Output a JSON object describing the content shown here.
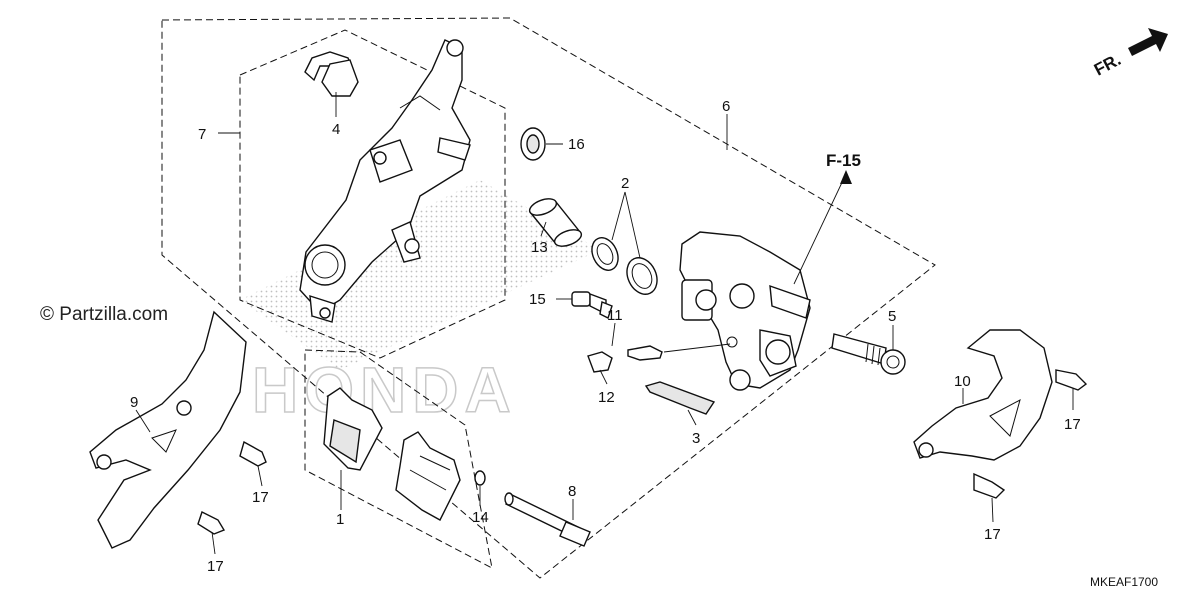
{
  "callouts": {
    "p1": "1",
    "p2": "2",
    "p3": "3",
    "p4": "4",
    "p5": "5",
    "p6": "6",
    "p7": "7",
    "p8": "8",
    "p9": "9",
    "p10": "10",
    "p11": "11",
    "p12": "12",
    "p13": "13",
    "p14": "14",
    "p15": "15",
    "p16": "16",
    "p17a": "17",
    "p17b": "17",
    "p17c": "17",
    "p17d": "17"
  },
  "reference": "F-15",
  "direction_label": "FR.",
  "copyright": "© Partzilla.com",
  "diagram_code": "MKEAF1700",
  "watermark": "HONDA"
}
